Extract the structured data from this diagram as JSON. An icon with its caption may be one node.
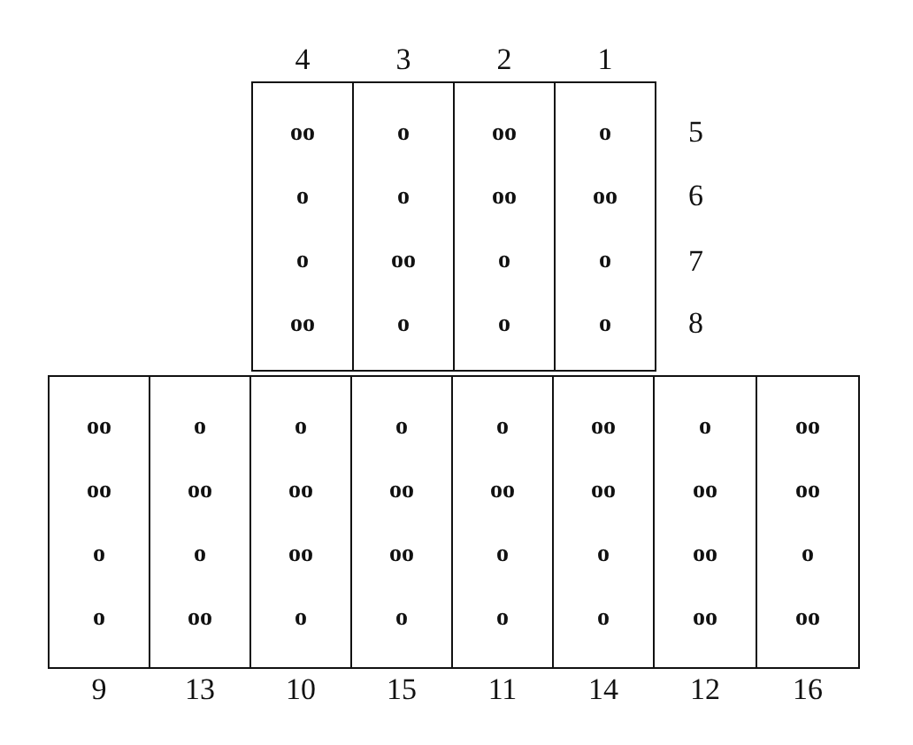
{
  "diagram": {
    "nodes": [
      {
        "text": [
          "4",
          "oo",
          "o",
          "o",
          "oo"
        ]
      },
      {
        "text": [
          "3",
          "o",
          "o",
          "oo",
          "o"
        ]
      },
      {
        "text": [
          "2",
          "oo",
          "oo",
          "o",
          "o"
        ]
      },
      {
        "text": [
          "1",
          "o",
          "oo",
          "o",
          "o"
        ]
      },
      {
        "text": [
          "oo",
          "oo",
          "o",
          "o",
          "9"
        ]
      },
      {
        "text": [
          "o",
          "oo",
          "o",
          "oo",
          "13"
        ]
      },
      {
        "text": [
          "o",
          "oo",
          "oo",
          "o",
          "10"
        ]
      },
      {
        "text": [
          "o",
          "oo",
          "oo",
          "o",
          "15"
        ]
      },
      {
        "text": [
          "o",
          "oo",
          "o",
          "o",
          "11"
        ]
      },
      {
        "text": [
          "oo",
          "oo",
          "o",
          "o",
          "14"
        ]
      },
      {
        "text": [
          "o",
          "oo",
          "oo",
          "oo",
          "12"
        ]
      },
      {
        "text": [
          "oo",
          "oo",
          "o",
          "oo",
          "16"
        ]
      }
    ],
    "labels": [
      "5",
      "6",
      "7",
      "8"
    ]
  }
}
